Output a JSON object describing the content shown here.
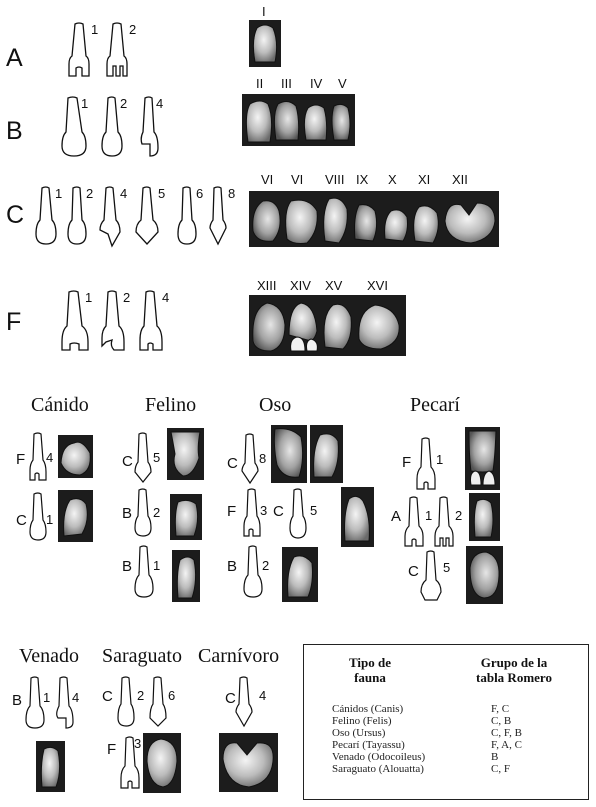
{
  "rows": {
    "A": {
      "letter": "A",
      "nums": [
        "1",
        "2"
      ],
      "romans": [
        "I"
      ]
    },
    "B": {
      "letter": "B",
      "nums": [
        "1",
        "2",
        "4"
      ],
      "romans": [
        "II",
        "III",
        "IV",
        "V"
      ]
    },
    "C": {
      "letter": "C",
      "nums": [
        "1",
        "2",
        "4",
        "5",
        "6",
        "8"
      ],
      "romans": [
        "VI",
        "VI",
        "VIII",
        "IX",
        "X",
        "XI",
        "XII"
      ]
    },
    "F": {
      "letter": "F",
      "nums": [
        "1",
        "2",
        "4"
      ],
      "romans": [
        "XIII",
        "XIV",
        "XV",
        "XVI"
      ]
    }
  },
  "groups": {
    "canido": {
      "title": "Cánido",
      "entries": [
        {
          "letter": "F",
          "num": "4"
        },
        {
          "letter": "C",
          "num": "1"
        }
      ]
    },
    "felino": {
      "title": "Felino",
      "entries": [
        {
          "letter": "C",
          "num": "5"
        },
        {
          "letter": "B",
          "num": "2"
        },
        {
          "letter": "B",
          "num": "1"
        }
      ]
    },
    "oso": {
      "title": "Oso",
      "entries": [
        {
          "letter": "C",
          "num": "8"
        },
        {
          "letter": "F",
          "num": "3"
        },
        {
          "letter": "C",
          "num": "5"
        },
        {
          "letter": "B",
          "num": "2"
        }
      ]
    },
    "pecari": {
      "title": "Pecarí",
      "entries": [
        {
          "letter": "F",
          "num": "1"
        },
        {
          "letter": "A",
          "num": "1"
        },
        {
          "num": "2"
        },
        {
          "letter": "C",
          "num": "5"
        }
      ]
    },
    "venado": {
      "title": "Venado",
      "entries": [
        {
          "letter": "B",
          "num": "1"
        },
        {
          "num": "4"
        }
      ]
    },
    "saraguato": {
      "title": "Saraguato",
      "entries": [
        {
          "letter": "C",
          "num": "2"
        },
        {
          "num": "6"
        },
        {
          "letter": "F",
          "num": "3"
        }
      ]
    },
    "carnivoro": {
      "title": "Carnívoro",
      "entries": [
        {
          "letter": "C",
          "num": "4"
        }
      ]
    }
  },
  "legend": {
    "col1_header_line1": "Tipo de",
    "col1_header_line2": "fauna",
    "col2_header_line1": "Grupo de la",
    "col2_header_line2": "tabla Romero",
    "rows": [
      {
        "fauna": "Cánidos (Canis)",
        "grupo": "F, C"
      },
      {
        "fauna": "Felino (Felis)",
        "grupo": "C, B"
      },
      {
        "fauna": "Oso (Ursus)",
        "grupo": "C, F, B"
      },
      {
        "fauna": "Pecarí (Tayassu)",
        "grupo": "F, A, C"
      },
      {
        "fauna": "Venado (Odocoileus)",
        "grupo": "B"
      },
      {
        "fauna": "Saraguato (Alouatta)",
        "grupo": "C, F"
      }
    ]
  }
}
